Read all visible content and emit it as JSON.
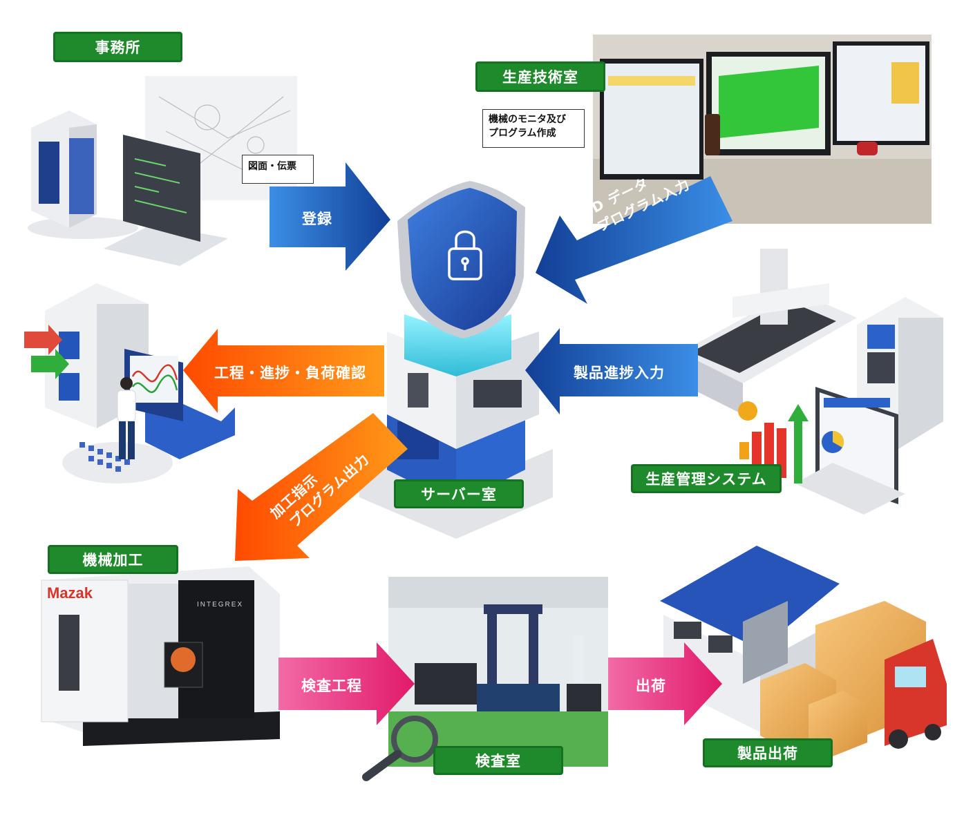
{
  "locations": {
    "office": "事務所",
    "production_engineering": "生産技術室",
    "server_room": "サーバー室",
    "production_system": "生産管理システム",
    "machining": "機械加工",
    "inspection_room": "検査室",
    "shipping": "製品出荷"
  },
  "notes": {
    "drawings": "図面・伝票",
    "monitor_line1": "機械のモニタ及び",
    "monitor_line2": "プログラム作成"
  },
  "flows": {
    "register": "登録",
    "data_input_line1": "3D データ",
    "data_input_line2": "プログラム入力",
    "progress_check": "工程・進捗・負荷確認",
    "product_progress": "製品進捗入力",
    "program_out_line1": "加工指示",
    "program_out_line2": "プログラム出力",
    "inspection_process": "検査工程",
    "ship": "出荷"
  },
  "machine_brand": {
    "logo": "Mazak",
    "model": "INTEGREX"
  },
  "colors": {
    "tag_green": "#1f8a2c",
    "flow_blue": "#1a5fb4",
    "flow_orange": "#ff6a00",
    "flow_pink": "#e8287a",
    "shield_blue": "#1e4fa8",
    "glow_cyan": "#36d6e8"
  }
}
